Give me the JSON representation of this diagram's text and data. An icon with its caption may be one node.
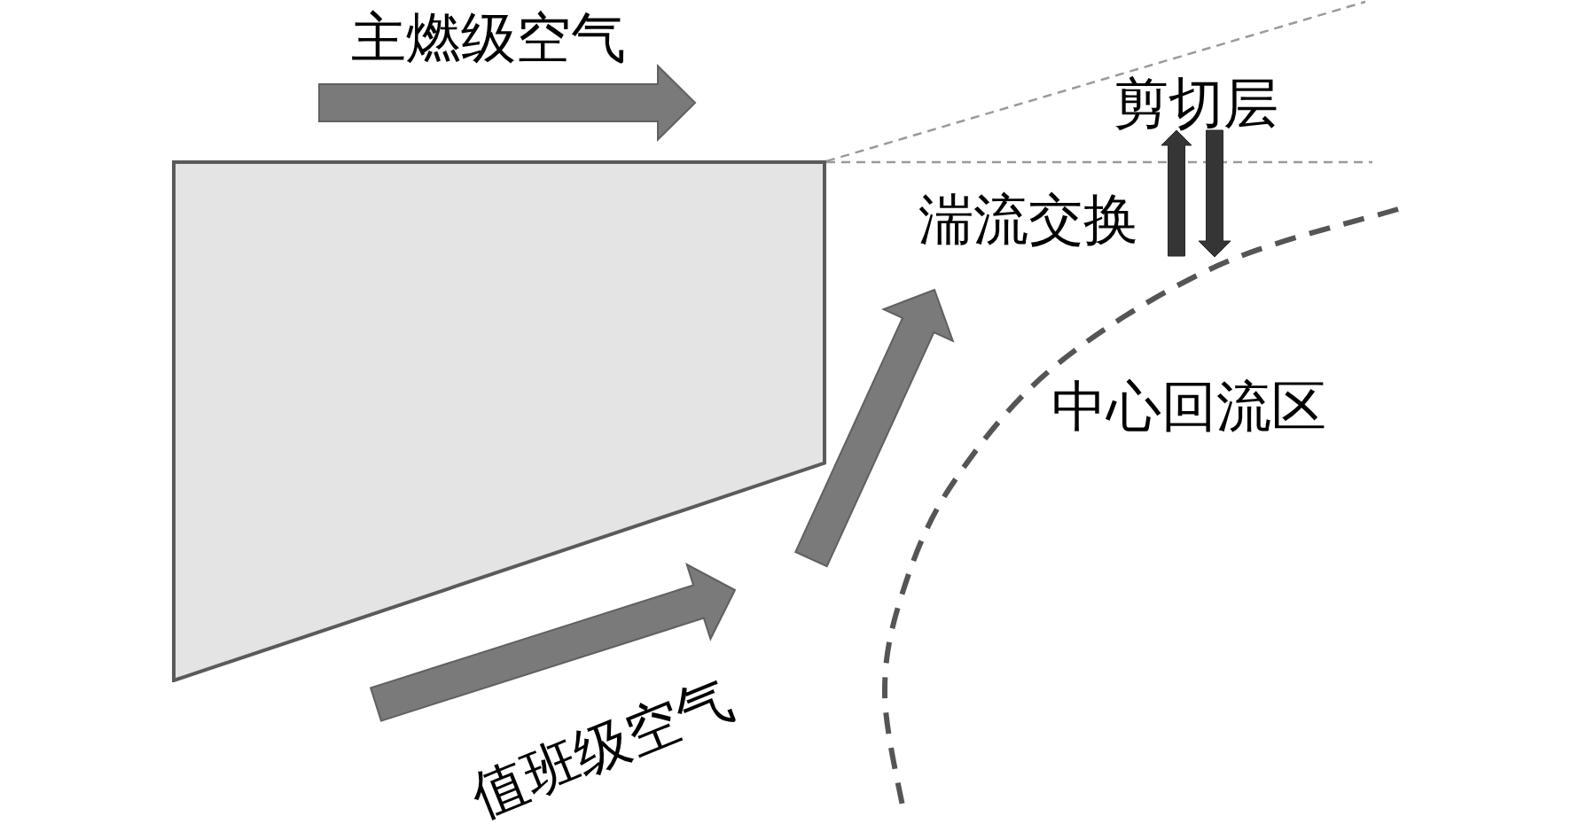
{
  "diagram": {
    "nodes": [
      {
        "text": [],
        "shape": "trapezoid"
      }
    ],
    "labels": [
      "主燃级空气",
      "剪切层",
      "湍流交换",
      "中心回流区",
      "值班级空气"
    ]
  }
}
